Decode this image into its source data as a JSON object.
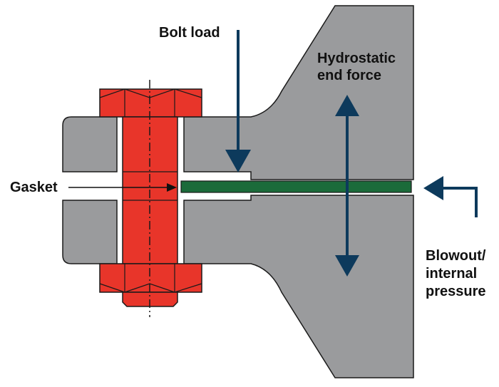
{
  "diagram": {
    "labels": {
      "bolt_load": "Bolt load",
      "hydrostatic_line1": "Hydrostatic",
      "hydrostatic_line2": "end force",
      "gasket": "Gasket",
      "blowout_line1": "Blowout/",
      "blowout_line2": "internal",
      "blowout_line3": "pressure"
    },
    "parts": {
      "flange": "flange",
      "bolt": "bolt",
      "nut": "nut",
      "gasket": "gasket"
    },
    "colors": {
      "flange": "#9a9b9d",
      "flange_outline": "#1a1a1a",
      "bolt": "#e8352a",
      "gasket": "#1b6b3a",
      "arrow": "#0d3a5c",
      "text": "#111111"
    }
  }
}
